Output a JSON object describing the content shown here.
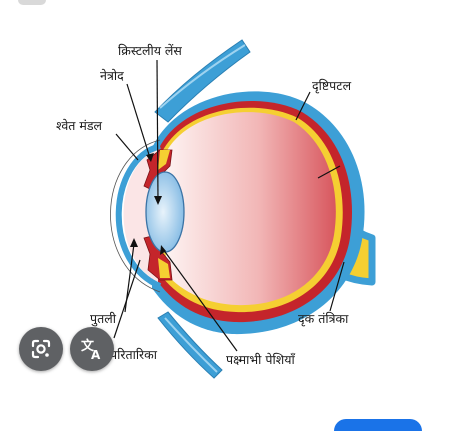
{
  "labels": {
    "crystalline_lens": "क्रिस्टलीय लेंस",
    "iris_top": "नेत्रोद",
    "sclera": "श्वेत मंडल",
    "retina": "दृष्टिपटल",
    "pupil": "पुतली",
    "iris": "परितारिका",
    "ciliary_muscles": "पक्ष्माभी पेशियाँ",
    "optic_nerve": "दृक तंत्रिका"
  },
  "overlay": {
    "lens_icon": "google-lens-icon",
    "translate_icon": "translate-icon"
  },
  "colors": {
    "sclera_blue": "#3d9fd6",
    "choroid_red": "#c4252b",
    "retina_yellow": "#f5cf32",
    "vitreous_pink": "#e8868a",
    "lens_blue": "#8cc4ea",
    "fab_gray": "#5f6164",
    "accent_blue": "#1a73e8"
  }
}
